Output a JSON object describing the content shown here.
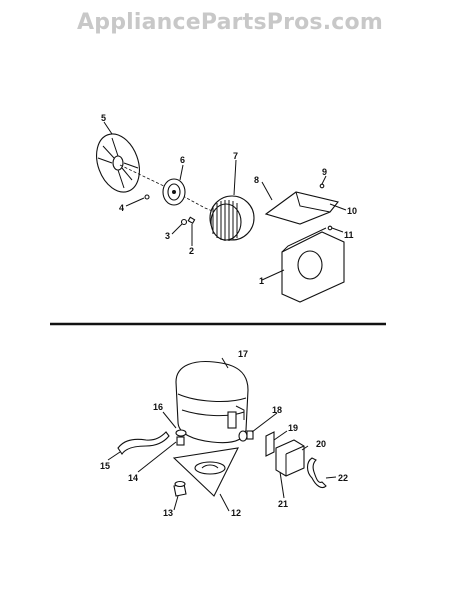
{
  "watermark": "AppliancePartsPros.com",
  "upper_assembly": {
    "labels": [
      "1",
      "2",
      "3",
      "4",
      "5",
      "6",
      "7",
      "8",
      "9",
      "10",
      "11"
    ]
  },
  "lower_assembly": {
    "labels": [
      "12",
      "13",
      "14",
      "15",
      "16",
      "17",
      "18",
      "19",
      "20",
      "21",
      "22"
    ]
  }
}
